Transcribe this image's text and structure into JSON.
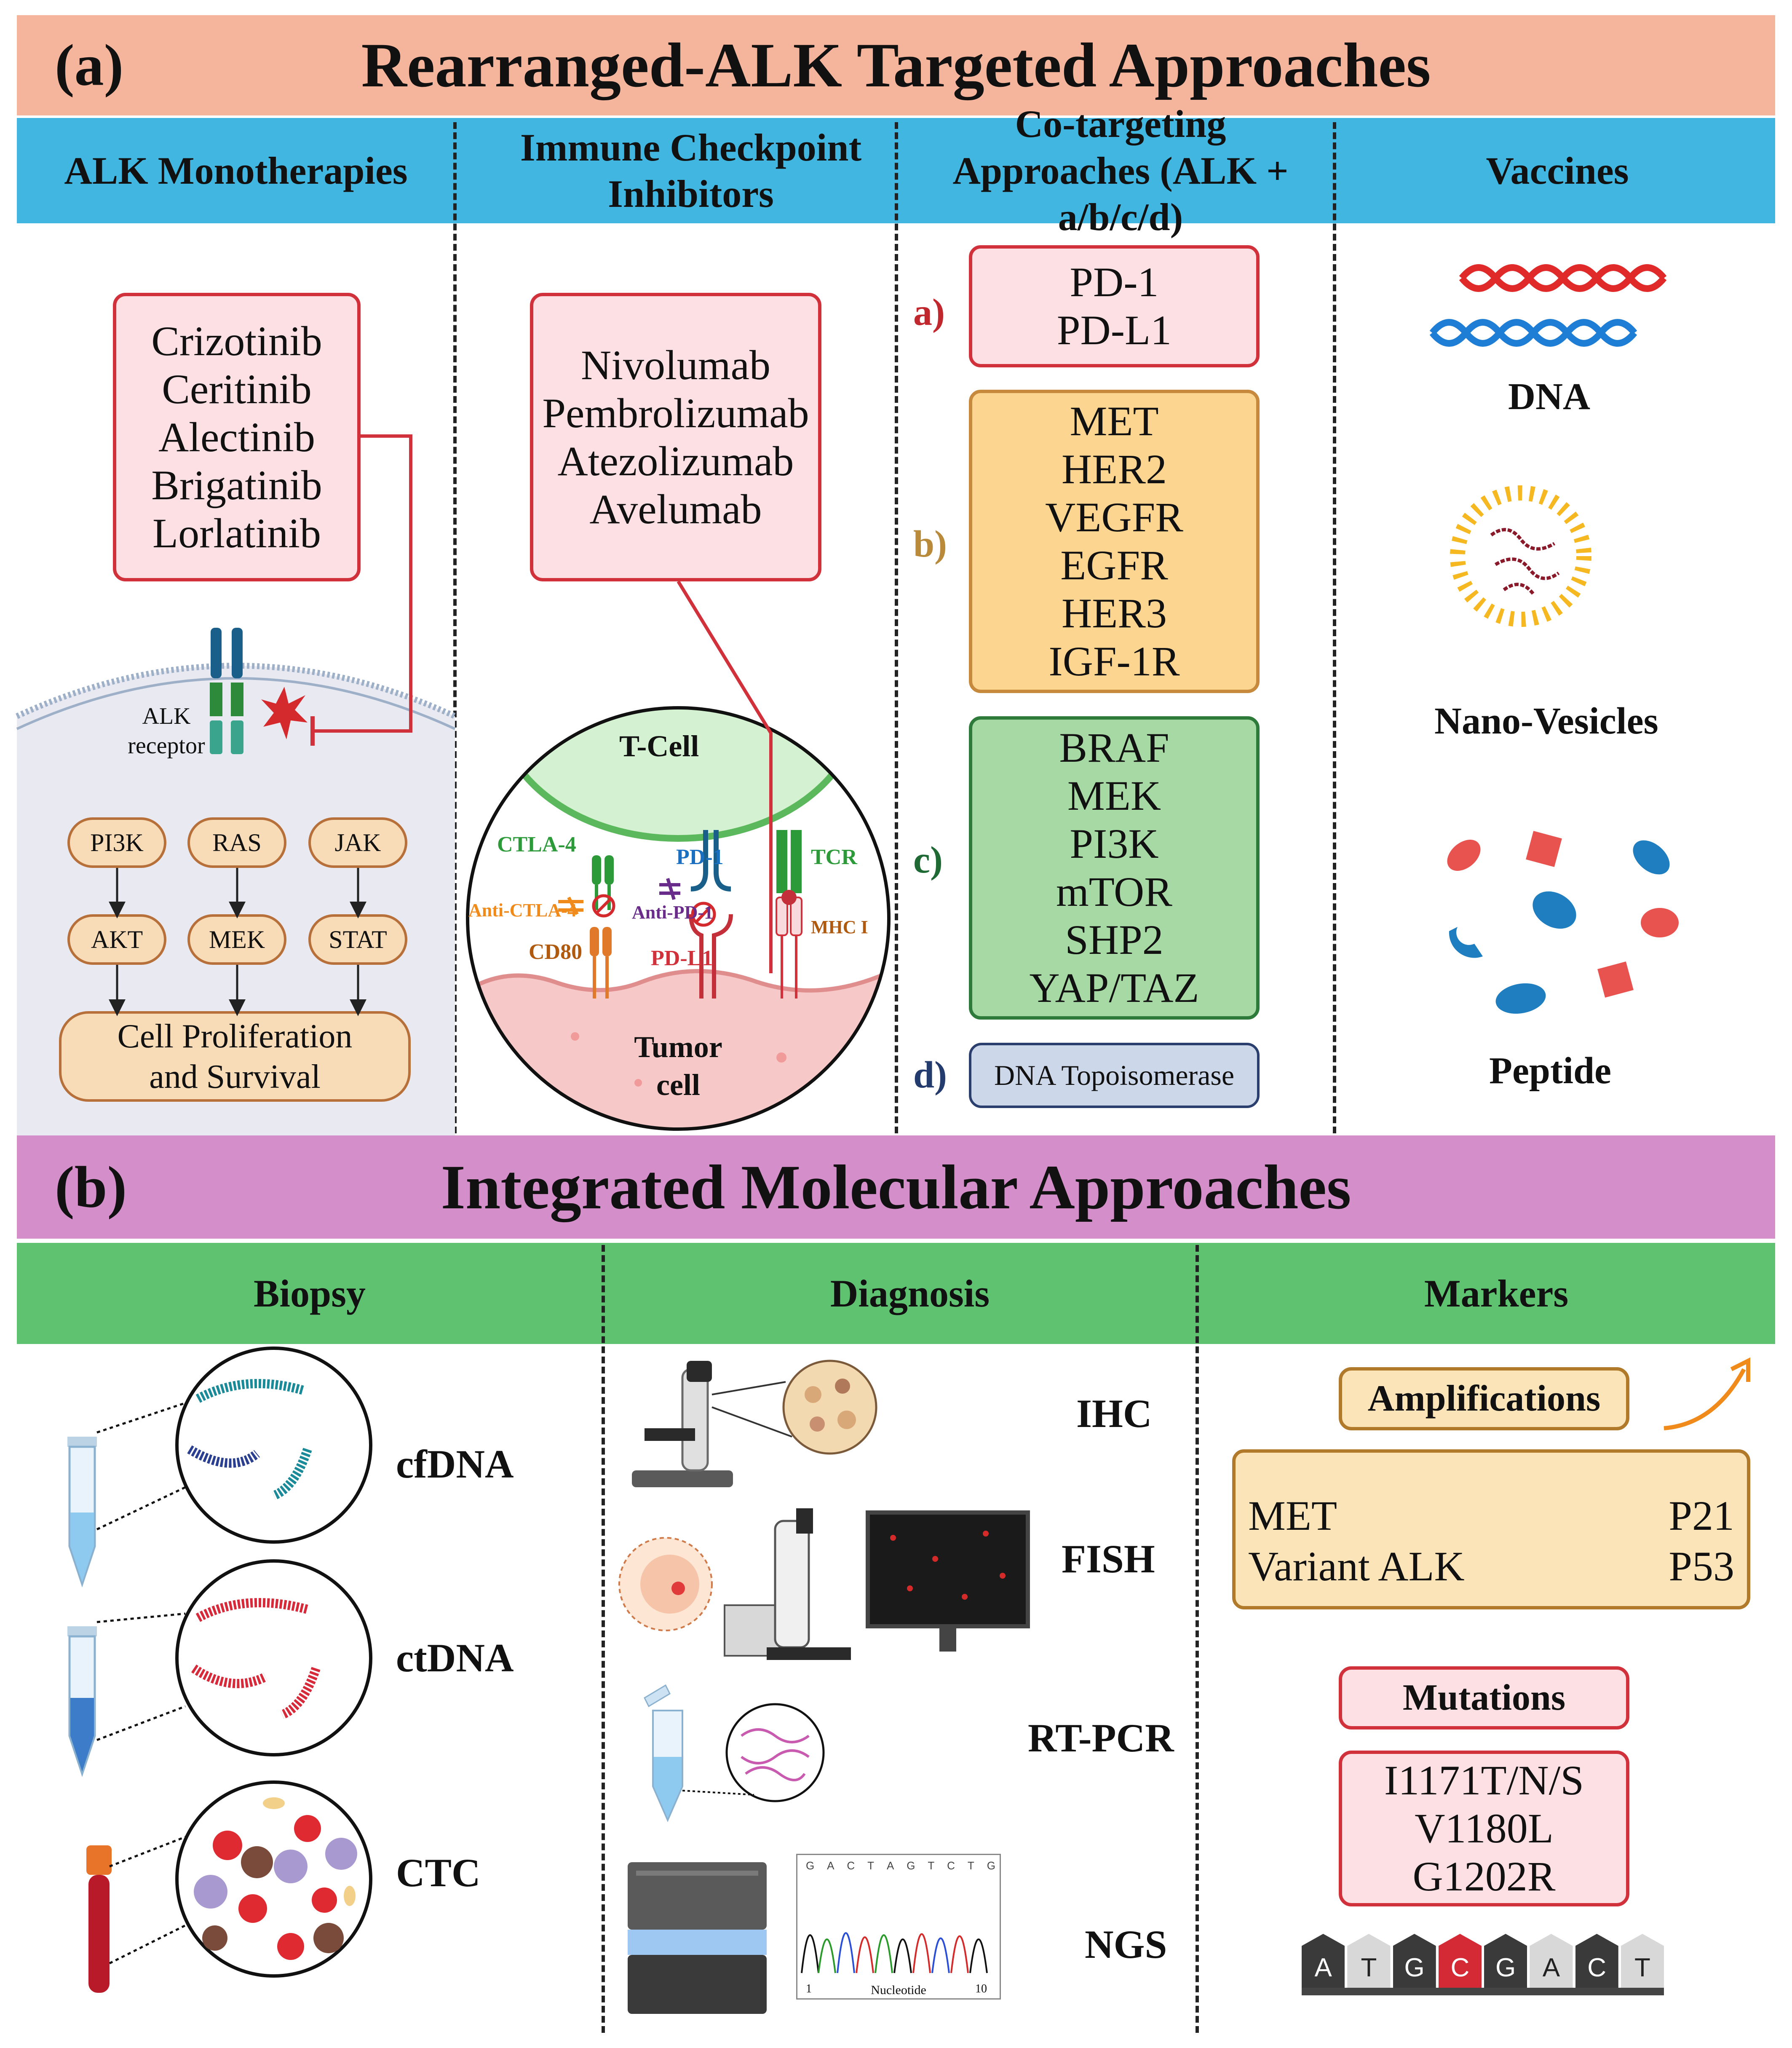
{
  "panel_a": {
    "letter": "(a)",
    "title": "Rearranged-ALK Targeted Approaches",
    "columns": [
      {
        "title": "ALK Monotherapies"
      },
      {
        "title": "Immune Checkpoint Inhibitors"
      },
      {
        "title": "Co-targeting Approaches (ALK + a/b/c/d)"
      },
      {
        "title": "Vaccines"
      }
    ],
    "monotherapy_drugs": [
      "Crizotinib",
      "Ceritinib",
      "Alectinib",
      "Brigatinib",
      "Lorlatinib"
    ],
    "alk_receptor_label": [
      "ALK",
      "receptor"
    ],
    "pathway": {
      "top": [
        "PI3K",
        "RAS",
        "JAK"
      ],
      "middle": [
        "AKT",
        "MEK",
        "STAT"
      ],
      "outcome": [
        "Cell Proliferation",
        "and Survival"
      ]
    },
    "checkpoint_drugs": [
      "Nivolumab",
      "Pembrolizumab",
      "Atezolizumab",
      "Avelumab"
    ],
    "synapse": {
      "t_cell": "T-Cell",
      "tumor_cell": [
        "Tumor",
        "cell"
      ],
      "ctla4": "CTLA-4",
      "anti_ctla4": "Anti-CTLA-4",
      "cd80": "CD80",
      "pd1": "PD-1",
      "anti_pd1": "Anti-PD-1",
      "pdl1": "PD-L1",
      "tcr": "TCR",
      "mhc1": "MHC I"
    },
    "cotargeting": [
      {
        "letter": "a)",
        "items": [
          "PD-1",
          "PD-L1"
        ],
        "fill": "#fde0e4",
        "stroke": "#d0313a",
        "letter_color": "#c0282e"
      },
      {
        "letter": "b)",
        "items": [
          "MET",
          "HER2",
          "VEGFR",
          "EGFR",
          "HER3",
          "IGF-1R"
        ],
        "fill": "#fcd591",
        "stroke": "#c78a3c",
        "letter_color": "#b88a3a"
      },
      {
        "letter": "c)",
        "items": [
          "BRAF",
          "MEK",
          "PI3K",
          "mTOR",
          "SHP2",
          "YAP/TAZ"
        ],
        "fill": "#a6d9a4",
        "stroke": "#2e7a3a",
        "letter_color": "#1f6a34"
      },
      {
        "letter": "d)",
        "items": [
          "DNA Topoisomerase"
        ],
        "fill": "#cdd7ea",
        "stroke": "#2b3f6e",
        "letter_color": "#243b6e"
      }
    ],
    "vaccines": [
      "DNA",
      "Nano-Vesicles",
      "Peptide"
    ]
  },
  "panel_b": {
    "letter": "(b)",
    "title": "Integrated Molecular Approaches",
    "columns": [
      {
        "title": "Biopsy"
      },
      {
        "title": "Diagnosis"
      },
      {
        "title": "Markers"
      }
    ],
    "biopsy": [
      "cfDNA",
      "ctDNA",
      "CTC"
    ],
    "diagnosis": [
      "IHC",
      "FISH",
      "RT-PCR",
      "NGS"
    ],
    "chromatogram": {
      "bases": [
        "G",
        "A",
        "C",
        "T",
        "A",
        "G",
        "T",
        "C",
        "T",
        "G"
      ],
      "axis_start": "1",
      "axis_end": "10",
      "axis_label": "Nucleotide"
    },
    "amplifications": {
      "title": "Amplifications",
      "rows": [
        {
          "left": "MET",
          "right": "P21"
        },
        {
          "left": "Variant ALK",
          "right": "P53"
        }
      ]
    },
    "mutations": {
      "title": "Mutations",
      "items": [
        "I1171T/N/S",
        "V1180L",
        "G1202R"
      ]
    },
    "sequence": [
      "A",
      "T",
      "G",
      "C",
      "G",
      "A",
      "C",
      "T"
    ]
  },
  "colors": {
    "banner_a": "#f4b59c",
    "banner_b": "#d48fca",
    "header_a": "#40b6e0",
    "header_b": "#5ec270",
    "cell_bg": "#e9e9f1",
    "inhibit_red": "#d0313a"
  }
}
